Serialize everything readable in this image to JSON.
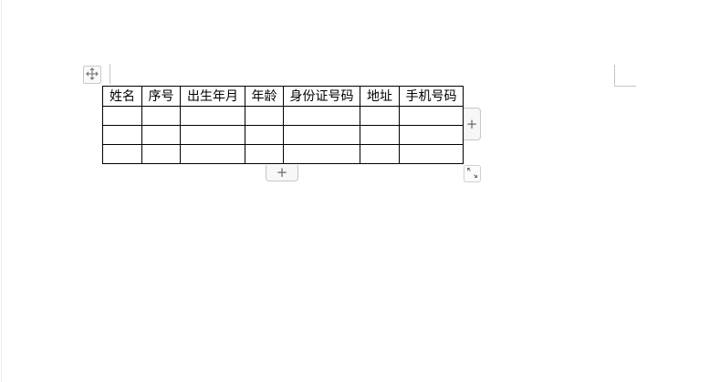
{
  "table": {
    "columns": [
      {
        "label": "姓名",
        "width": 43
      },
      {
        "label": "序号",
        "width": 42
      },
      {
        "label": "出生年月",
        "width": 71
      },
      {
        "label": "年龄",
        "width": 42
      },
      {
        "label": "身份证号码",
        "width": 84
      },
      {
        "label": "地址",
        "width": 43
      },
      {
        "label": "手机号码",
        "width": 70
      }
    ],
    "rows": [
      [
        "",
        "",
        "",
        "",
        "",
        "",
        ""
      ],
      [
        "",
        "",
        "",
        "",
        "",
        "",
        ""
      ],
      [
        "",
        "",
        "",
        "",
        "",
        "",
        ""
      ]
    ]
  },
  "controls": {
    "add_column_label": "+",
    "add_row_label": "+",
    "move_handle_icon": "move-arrows-icon",
    "resize_handle_icon": "resize-diagonal-icon"
  },
  "colors": {
    "table_border": "#000000",
    "handle_border": "#c6c6c6",
    "handle_bg": "#f7f7f7",
    "icon": "#6a6a6a"
  }
}
